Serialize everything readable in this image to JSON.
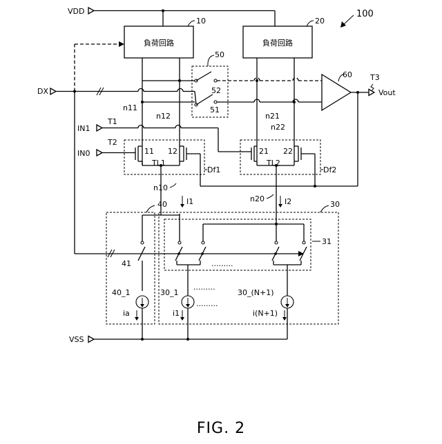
{
  "figure": {
    "caption": "FIG. 2",
    "reference": "100"
  },
  "rails": {
    "vdd": "VDD",
    "vss": "VSS"
  },
  "inputs": {
    "dx": "DX",
    "in1": "IN1",
    "in0": "IN0"
  },
  "terminals": {
    "t1": "T1",
    "t2": "T2",
    "t3": "T3"
  },
  "output": {
    "vout": "Vout"
  },
  "load_circuits": [
    {
      "text": "負荷回路",
      "ref": "10"
    },
    {
      "text": "負荷回路",
      "ref": "20"
    }
  ],
  "selector": {
    "ref": "50",
    "sw1": "52",
    "sw2": "51"
  },
  "amplifier": {
    "ref": "60"
  },
  "nodes": {
    "n11": "n11",
    "n12": "n12",
    "n21": "n21",
    "n22": "n22",
    "n10": "n10",
    "n20": "n20"
  },
  "diff_pairs": [
    {
      "ref": "Df1",
      "left": "11",
      "right": "12",
      "tail": "TL1"
    },
    {
      "ref": "Df2",
      "left": "21",
      "right": "22",
      "tail": "TL2"
    }
  ],
  "currents": {
    "i1": "I1",
    "i2": "I2"
  },
  "blocks": {
    "b40": "40",
    "b30": "30",
    "b31": "31",
    "sw41": "41"
  },
  "sources": {
    "s40": "40_1",
    "s30a": "30_1",
    "s30b": "30_(N+1)",
    "ia": "ia",
    "i1": "i1",
    "in1": "i(N+1)"
  },
  "ellipsis": "........."
}
